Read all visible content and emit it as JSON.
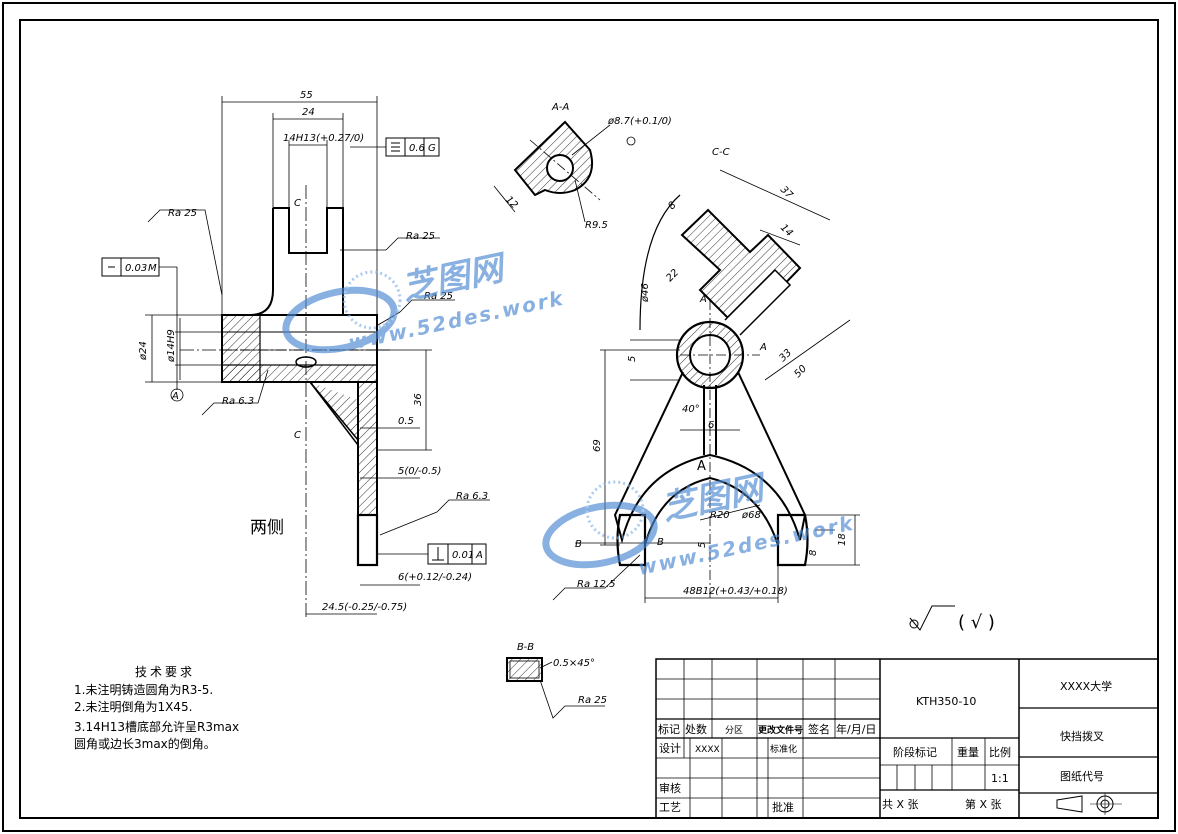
{
  "dims": {
    "d55": "55",
    "d24": "24",
    "d14h13": "14H13(+0.27/0)",
    "flatness": "0.6",
    "datum_g": "G",
    "c1": "C",
    "c2": "C",
    "ra25_a": "Ra 25",
    "ra25_b": "Ra 25",
    "ra25_c": "Ra 25",
    "ra63_a": "Ra 6.3",
    "ra63_b": "Ra 6.3",
    "pos_tol": "0.03",
    "pos_mod": "M",
    "dia24": "ø24",
    "dia14h9": "ø14H9",
    "d36": "36",
    "d05": "0.5",
    "d5": "5(0/-0.5)",
    "perp": "0.01",
    "datum_a": "A",
    "d6": "6(+0.12/-0.24)",
    "d245": "24.5(-0.25/-0.75)",
    "both_sides": "两侧",
    "aa_label": "A-A",
    "d87": "ø8.7(+0.1/0)",
    "d12": "12",
    "r95": "R9.5",
    "cc_label": "C-C",
    "d37": "37",
    "d14": "14",
    "d8": "8",
    "d22": "22",
    "r46": "ø46",
    "d33": "33",
    "d50": "50",
    "d5b": "5",
    "d69": "69",
    "a40": "40°",
    "d6b": "6",
    "A_mark": "A",
    "A_mark2": "A",
    "A_mark3": "A",
    "r20": "R20",
    "d68": "ø68",
    "B1": "B",
    "B2": "B",
    "d8b": "8",
    "d18": "18",
    "d5c": "5",
    "ra125": "Ra 12.5",
    "d48": "48B12(+0.43/+0.18)",
    "bb_label": "B-B",
    "chamfer": "0.5×45°",
    "ra25_d": "Ra 25",
    "rough_paren": "( √ )"
  },
  "notes": {
    "title": "技术要求",
    "line1": "1.未注明铸造圆角为R3-5.",
    "line2": "2.未注明倒角为1X45.",
    "line3": "3.14H13槽底部允许呈R3max",
    "line4": "圆角或边长3max的倒角。"
  },
  "titleblock": {
    "drawing_no": "KTH350-10",
    "school": "XXXX大学",
    "part_name": "快挡拨叉",
    "drawing_code": "图纸代号",
    "h_mark": "标记",
    "h_count": "处数",
    "h_zone": "分区",
    "h_change": "更改文件号",
    "h_sign": "签名",
    "h_date": "年/月/日",
    "design": "设计",
    "designer": "XXXX",
    "standard": "标准化",
    "stage": "阶段标记",
    "weight": "重量",
    "scale_lbl": "比例",
    "scale": "1:1",
    "review": "审核",
    "process": "工艺",
    "approve": "批准",
    "total": "共 X 张",
    "sheet": "第 X 张"
  },
  "watermark": {
    "brand": "芝图网",
    "url": "www.52des.work"
  },
  "colors": {
    "ink": "#000000",
    "watermark": "#4a86d0"
  }
}
